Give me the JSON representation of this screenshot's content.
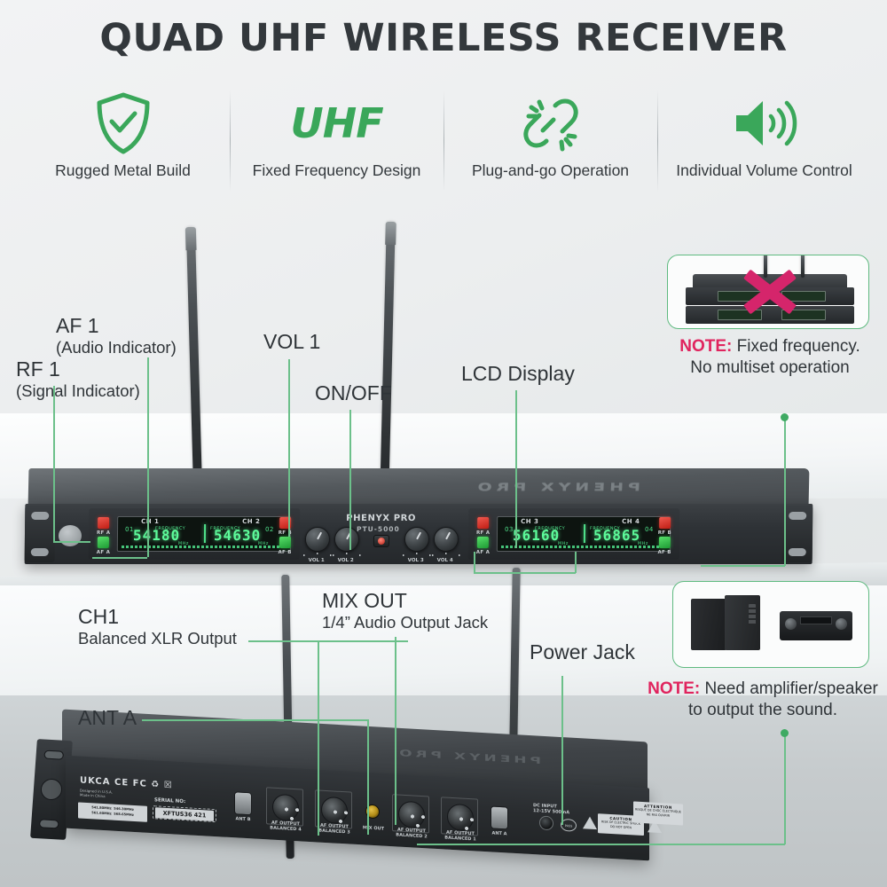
{
  "header": {
    "title": "QUAD UHF WIRELESS RECEIVER",
    "features": [
      {
        "icon": "shield-check-icon",
        "label": "Rugged Metal Build"
      },
      {
        "icon": "uhf-text-icon",
        "label": "Fixed Frequency Design",
        "text": "UHF"
      },
      {
        "icon": "broken-link-icon",
        "label": "Plug-and-go Operation"
      },
      {
        "icon": "speaker-volume-icon",
        "label": "Individual Volume Control"
      }
    ]
  },
  "callouts": {
    "rf1": {
      "line1": "RF 1",
      "line2": "(Signal Indicator)"
    },
    "af1": {
      "line1": "AF 1",
      "line2": "(Audio Indicator)"
    },
    "vol1": {
      "line1": "VOL 1"
    },
    "onoff": {
      "line1": "ON/OFF"
    },
    "lcd": {
      "line1": "LCD Display"
    },
    "ch1": {
      "line1": "CH1",
      "line2": "Balanced XLR Output"
    },
    "mixout": {
      "line1": "MIX OUT",
      "line2": "1/4” Audio Output Jack"
    },
    "powerjack": {
      "line1": "Power Jack"
    },
    "anta": {
      "line1": "ANT A"
    }
  },
  "notes": {
    "multiset": {
      "tag": "NOTE:",
      "line1": " Fixed frequency.",
      "line2": "No multiset operation"
    },
    "amplifier": {
      "tag": "NOTE:",
      "line1": " Need amplifier/speaker",
      "line2": "to output the sound."
    }
  },
  "device": {
    "brand": "PHENYX PRO",
    "model": "PTU-5000",
    "emboss": "PHENYX PRO",
    "channels": [
      {
        "name": "CH 1",
        "index": "01",
        "freq": "54180",
        "unit": "MHz",
        "freq_label": "FREQUENCY"
      },
      {
        "name": "CH 2",
        "index": "02",
        "freq": "54630",
        "unit": "MHz",
        "freq_label": "FREQUENCY"
      },
      {
        "name": "CH 3",
        "index": "03",
        "freq": "56160",
        "unit": "MHz",
        "freq_label": "FREQUENCY"
      },
      {
        "name": "CH 4",
        "index": "04",
        "freq": "56865",
        "unit": "MHz",
        "freq_label": "FREQUENCY"
      }
    ],
    "indicators": [
      {
        "label": "RF A",
        "color": "#d02a20"
      },
      {
        "label": "AF A",
        "color": "#2aa344"
      },
      {
        "label": "RF B",
        "color": "#d02a20"
      },
      {
        "label": "AF B",
        "color": "#2aa344"
      }
    ],
    "knobs": [
      "VOL 1",
      "VOL 2",
      "VOL 3",
      "VOL 4"
    ]
  },
  "rear": {
    "certs": "UKCA CE FC ♻ ☒",
    "origin_line1": "Designed in U.S.A.",
    "origin_line2": "Made in China",
    "freq_plate": "541.80MHz  546.30MHz\n561.60MHz  568.65MHz",
    "serial_label": "SERIAL NO:",
    "serial_value": "XFTUS36 421",
    "jacks": [
      {
        "name": "ANT B",
        "type": "antenna"
      },
      {
        "name": "AF OUTPUT\nBALANCED 4",
        "type": "xlr"
      },
      {
        "name": "AF OUTPUT\nBALANCED 3",
        "type": "xlr"
      },
      {
        "name": "MIX OUT",
        "type": "trs"
      },
      {
        "name": "AF OUTPUT\nBALANCED 2",
        "type": "xlr"
      },
      {
        "name": "AF OUTPUT\nBALANCED 1",
        "type": "xlr"
      },
      {
        "name": "ANT A",
        "type": "antenna"
      }
    ],
    "dc_label": "DC INPUT\n12-15V  500mA",
    "caution": {
      "title": "CAUTION",
      "body": "RISK OF ELECTRIC SHOCK\nDO NOT OPEN"
    },
    "attention": {
      "title": "ATTENTION",
      "body": "RISQUE DE CHOC ELECTRIQUE\nNE PAS OUVRIR"
    }
  },
  "colors": {
    "accent_green": "#3faa63",
    "leader_green": "#6cc08a",
    "note_red": "#e0245e",
    "title_dark": "#33383c",
    "lcd_green": "#5dfb9a"
  }
}
